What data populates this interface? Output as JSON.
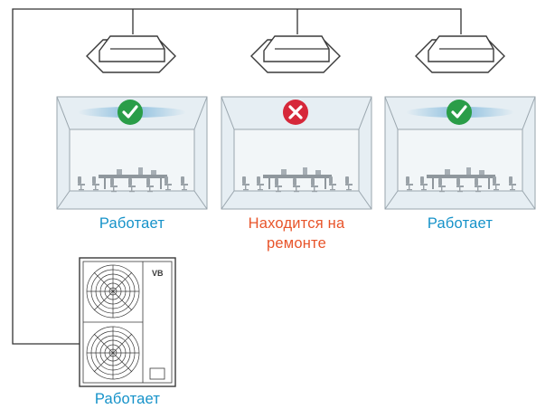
{
  "colors": {
    "ok_text": "#1592c9",
    "repair_text": "#e8542a",
    "ok_badge": "#2a9d48",
    "error_badge": "#d6283a",
    "airflow": "#7fb8dc",
    "room_fill": "#e6eef3",
    "line": "#333333"
  },
  "brand": {
    "logo_text": "VB"
  },
  "rooms": [
    {
      "status": "ok",
      "status_icon": "check-icon",
      "airflow": true,
      "label_lines": [
        "Работает"
      ]
    },
    {
      "status": "repair",
      "status_icon": "cross-icon",
      "airflow": false,
      "label_lines": [
        "Находится на",
        "ремонте"
      ]
    },
    {
      "status": "ok",
      "status_icon": "check-icon",
      "airflow": true,
      "label_lines": [
        "Работает"
      ]
    }
  ],
  "outdoor_unit": {
    "label": "Работает"
  }
}
